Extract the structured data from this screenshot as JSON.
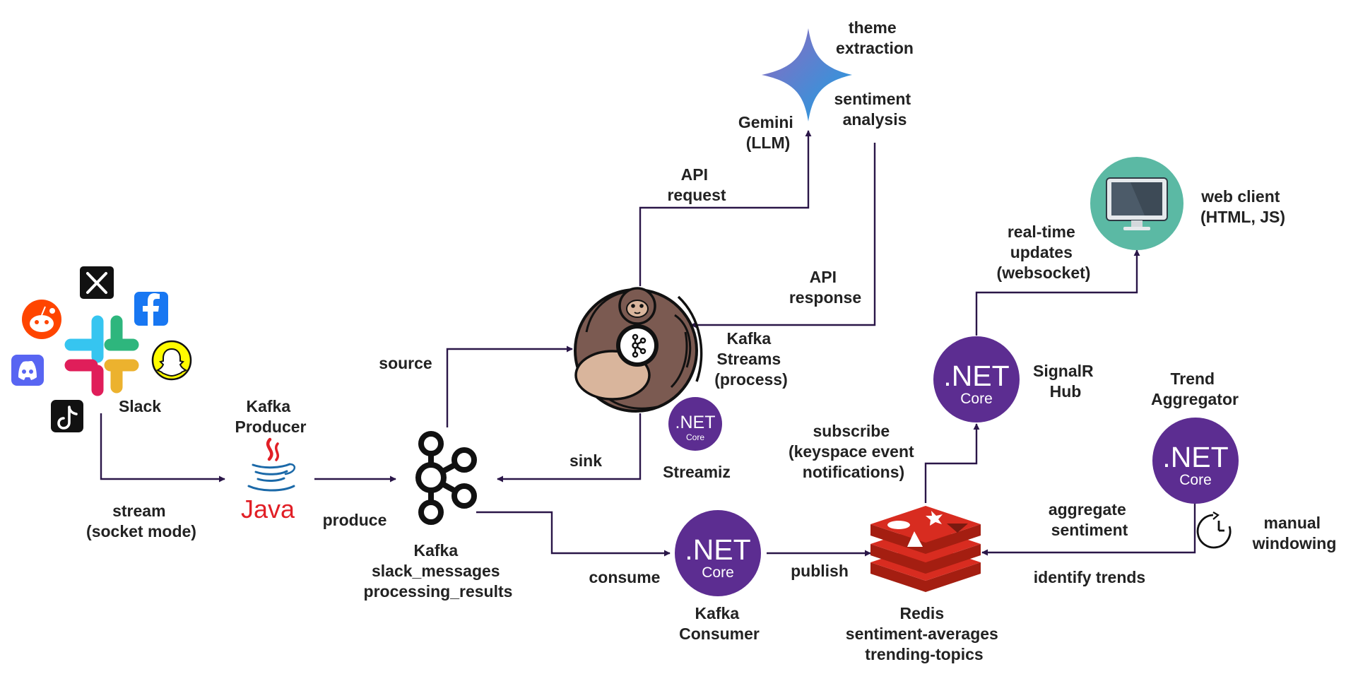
{
  "colors": {
    "arrow": "#2a1648",
    "dotnet": "#5c2d91",
    "dotnet_text": "#ffffff",
    "kafka_logo": "#111111",
    "java_red": "#e11f26",
    "java_blue": "#1b69a8",
    "redis_red": "#d82c20",
    "redis_dark": "#a41e11",
    "monitor_teal": "#5bb9a4",
    "sloth_brown": "#7b5a51",
    "sloth_light": "#d9b59c",
    "gemini_blue": "#4285f4",
    "gemini_purple": "#9168c0"
  },
  "icons": {
    "reddit": "reddit-icon",
    "x": "x-icon",
    "facebook": "facebook-icon",
    "slack": "slack-icon",
    "discord": "discord-icon",
    "snapchat": "snapchat-icon",
    "tiktok": "tiktok-icon",
    "java": "java-icon",
    "kafka": "kafka-icon",
    "streams": "kafka-streams-sloth-icon",
    "gemini": "gemini-star-icon",
    "monitor": "web-client-monitor-icon",
    "redis": "redis-icon",
    "clock": "clock-icon",
    "dotnet": "dotnet-core-icon"
  },
  "dotnet_logo": {
    "main": ".NET",
    "sub": "Core"
  },
  "java_logo": {
    "text": "Java"
  },
  "labels": {
    "slack": [
      "Slack"
    ],
    "stream": [
      "stream",
      "(socket mode)"
    ],
    "kafka_producer": [
      "Kafka",
      "Producer"
    ],
    "produce": [
      "produce"
    ],
    "kafka_topics": [
      "Kafka",
      "slack_messages",
      "processing_results"
    ],
    "source": [
      "source"
    ],
    "sink": [
      "sink"
    ],
    "kafka_streams": [
      "Kafka",
      "Streams",
      "(process)"
    ],
    "streamiz": [
      "Streamiz"
    ],
    "api_request": [
      "API",
      "request"
    ],
    "gemini": [
      "Gemini",
      "(LLM)"
    ],
    "theme": [
      "theme",
      "extraction"
    ],
    "sentiment": [
      "sentiment",
      "analysis"
    ],
    "api_response": [
      "API",
      "response"
    ],
    "consume": [
      "consume"
    ],
    "kafka_consumer": [
      "Kafka",
      "Consumer"
    ],
    "publish": [
      "publish"
    ],
    "redis": [
      "Redis",
      "sentiment-averages",
      "trending-topics"
    ],
    "subscribe": [
      "subscribe",
      "(keyspace event",
      "notifications)"
    ],
    "signalr": [
      "SignalR",
      "Hub"
    ],
    "realtime": [
      "real-time",
      "updates",
      "(websocket)"
    ],
    "web_client": [
      "web client",
      "(HTML, JS)"
    ],
    "trend_aggregator": [
      "Trend",
      "Aggregator"
    ],
    "aggregate": [
      "aggregate",
      "sentiment"
    ],
    "identify": [
      "identify trends"
    ],
    "manual": [
      "manual",
      "windowing"
    ]
  }
}
